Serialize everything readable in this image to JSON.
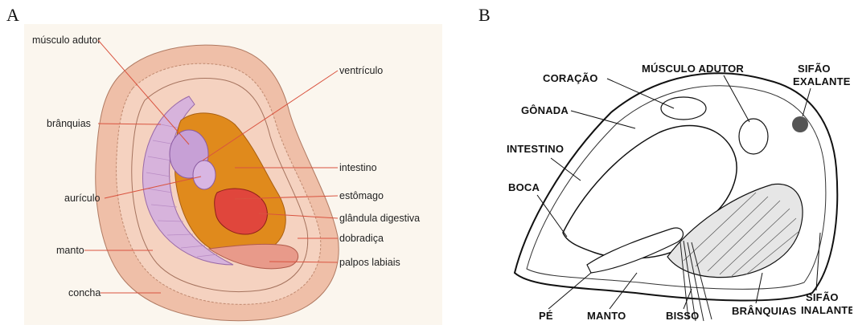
{
  "panels": {
    "a": {
      "letter": "A",
      "labels": {
        "musculo_adutor": "músculo adutor",
        "branquias": "brânquias",
        "auriculo": "aurículo",
        "manto": "manto",
        "concha": "concha",
        "ventriculo": "ventrículo",
        "intestino": "intestino",
        "estomago": "estômago",
        "glandula_digestiva": "glândula digestiva",
        "dobradica": "dobradiça",
        "palpos_labiais": "palpos labiais"
      }
    },
    "b": {
      "letter": "B",
      "labels": {
        "coracao": "CORAÇÃO",
        "musculo_adutor": "MÚSCULO ADUTOR",
        "sifao_exalante_1": "SIFÃO",
        "sifao_exalante_2": "EXALANTE",
        "gonada": "GÔNADA",
        "intestino": "INTESTINO",
        "boca": "BOCA",
        "pe": "PÉ",
        "manto": "MANTO",
        "bisso": "BISSO",
        "branquias": "BRÂNQUIAS",
        "sifao_inalante_1": "SIFÃO",
        "sifao_inalante_2": "INALANTE"
      }
    }
  },
  "colors": {
    "shell_outer": "#efbfa8",
    "shell_inner": "#f5d2c0",
    "gill": "#d7b3dc",
    "gill_stripe": "#b98cc5",
    "viscera": "#e08a1c",
    "gland": "#e0463c",
    "leader_line": "#d9533f"
  }
}
